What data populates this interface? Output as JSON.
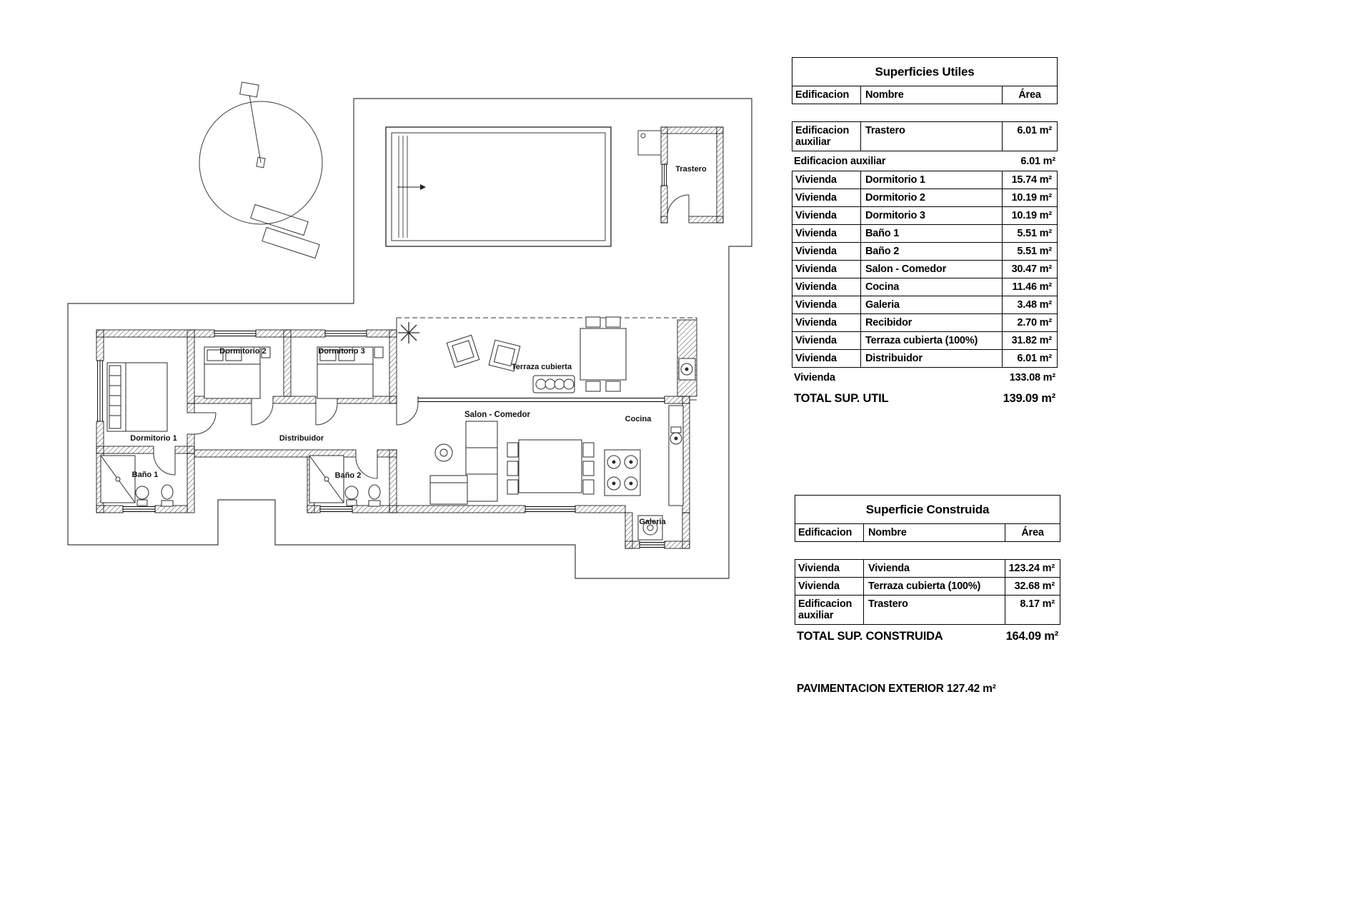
{
  "plan": {
    "labels": {
      "dormitorio1": "Dormitorio 1",
      "dormitorio2": "Dormitorio 2",
      "dormitorio3": "Dormitorio 3",
      "bano1": "Baño 1",
      "bano2": "Baño 2",
      "distribuidor": "Distribuidor",
      "salon": "Salon - Comedor",
      "cocina": "Cocina",
      "terraza": "Terraza cubierta",
      "galeria": "Galeria",
      "trastero": "Trastero"
    }
  },
  "tables": {
    "utiles": {
      "title": "Superficies Utiles",
      "columns": [
        "Edificacion",
        "Nombre",
        "Área"
      ],
      "aux_row": {
        "edificacion": "Edificacion auxiliar",
        "nombre": "Trastero",
        "area": "6.01 m²"
      },
      "aux_subtotal": {
        "label": "Edificacion auxiliar",
        "value": "6.01 m²"
      },
      "vivienda_rows": [
        {
          "edificacion": "Vivienda",
          "nombre": "Dormitorio 1",
          "area": "15.74 m²"
        },
        {
          "edificacion": "Vivienda",
          "nombre": "Dormitorio 2",
          "area": "10.19 m²"
        },
        {
          "edificacion": "Vivienda",
          "nombre": "Dormitorio 3",
          "area": "10.19 m²"
        },
        {
          "edificacion": "Vivienda",
          "nombre": "Baño 1",
          "area": "5.51 m²"
        },
        {
          "edificacion": "Vivienda",
          "nombre": "Baño 2",
          "area": "5.51 m²"
        },
        {
          "edificacion": "Vivienda",
          "nombre": "Salon - Comedor",
          "area": "30.47 m²"
        },
        {
          "edificacion": "Vivienda",
          "nombre": "Cocina",
          "area": "11.46 m²"
        },
        {
          "edificacion": "Vivienda",
          "nombre": "Galeria",
          "area": "3.48 m²"
        },
        {
          "edificacion": "Vivienda",
          "nombre": "Recibidor",
          "area": "2.70 m²"
        },
        {
          "edificacion": "Vivienda",
          "nombre": "Terraza cubierta (100%)",
          "area": "31.82 m²"
        },
        {
          "edificacion": "Vivienda",
          "nombre": "Distribuidor",
          "area": "6.01 m²"
        }
      ],
      "vivienda_subtotal": {
        "label": "Vivienda",
        "value": "133.08 m²"
      },
      "total": {
        "label": "TOTAL SUP. UTIL",
        "value": "139.09 m²"
      }
    },
    "construida": {
      "title": "Superficie Construida",
      "columns": [
        "Edificacion",
        "Nombre",
        "Área"
      ],
      "rows": [
        {
          "edificacion": "Vivienda",
          "nombre": "Vivienda",
          "area": "123.24 m²"
        },
        {
          "edificacion": "Vivienda",
          "nombre": "Terraza cubierta (100%)",
          "area": "32.68 m²"
        },
        {
          "edificacion": "Edificacion auxiliar",
          "nombre": "Trastero",
          "area": "8.17 m²"
        }
      ],
      "total": {
        "label": "TOTAL SUP. CONSTRUIDA",
        "value": "164.09 m²"
      }
    },
    "footer": "PAVIMENTACION EXTERIOR 127.42 m²"
  }
}
